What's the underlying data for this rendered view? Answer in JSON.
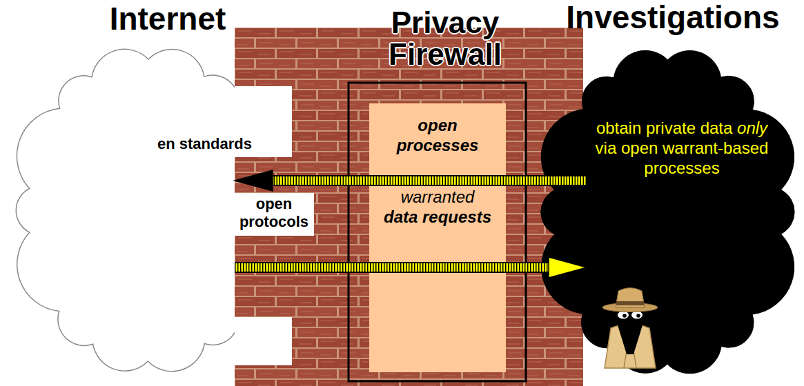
{
  "diagram": {
    "nodes": [
      {
        "text": [
          "Internet",
          "en standards",
          "open protocols"
        ]
      },
      {
        "text": [
          "Privacy Firewall"
        ]
      },
      {
        "text": [
          "open processes",
          "warranted data requests"
        ],
        "in": 1
      },
      {
        "text": [
          "Investigations",
          "obtain private data only via open warrant-based processes"
        ]
      }
    ],
    "edges": [
      {
        "from": 3,
        "to": 0,
        "arrow": "to"
      },
      {
        "from": 0,
        "to": 3,
        "arrow": "to"
      }
    ]
  }
}
